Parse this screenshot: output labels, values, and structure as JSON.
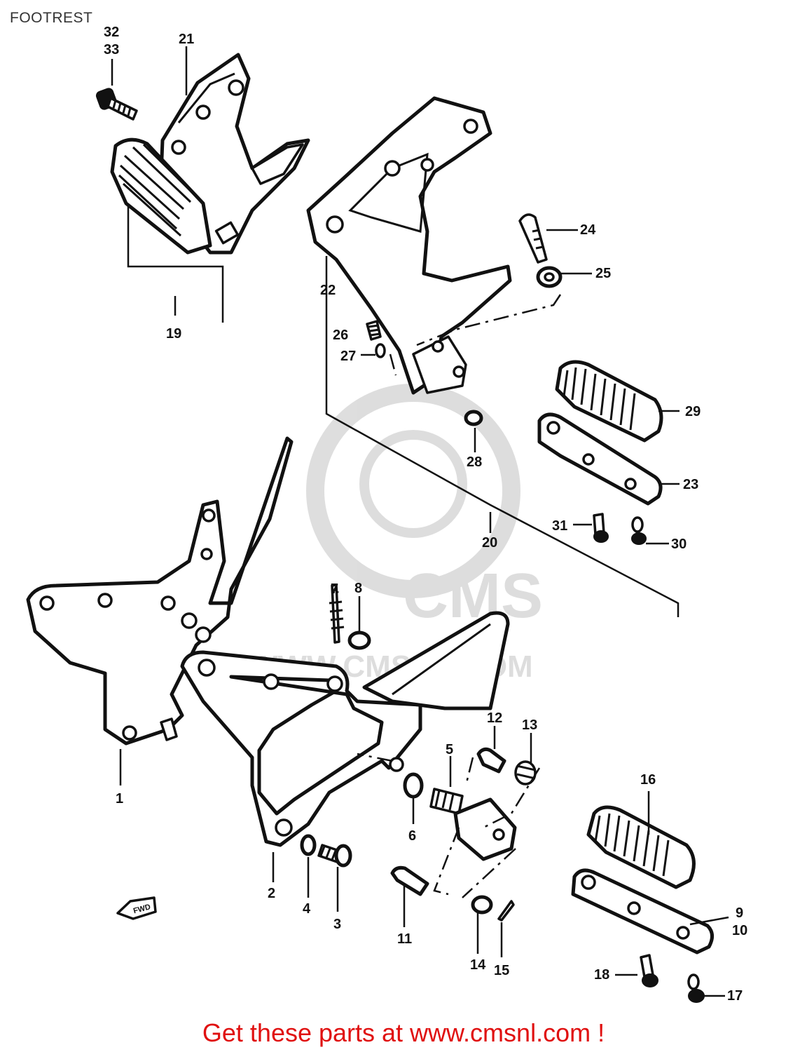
{
  "header": {
    "title": "FOOTREST"
  },
  "watermark": {
    "brand": "CMS",
    "site": "WWW.CMSNL.COM"
  },
  "direction_marker": {
    "label": "FWD"
  },
  "callouts": {
    "c1": "1",
    "c2": "2",
    "c3": "3",
    "c4": "4",
    "c5": "5",
    "c6": "6",
    "c7": "7",
    "c8": "8",
    "c9": "9",
    "c10": "10",
    "c11": "11",
    "c12": "12",
    "c13": "13",
    "c14": "14",
    "c15": "15",
    "c16": "16",
    "c17": "17",
    "c18": "18",
    "c19": "19",
    "c20": "20",
    "c21": "21",
    "c22": "22",
    "c23": "23",
    "c24": "24",
    "c25": "25",
    "c26": "26",
    "c27": "27",
    "c28": "28",
    "c29": "29",
    "c30": "30",
    "c31": "31",
    "c32": "32",
    "c33": "33"
  },
  "footer": {
    "banner": "Get these parts at www.cmsnl.com !",
    "color": "#e01010"
  }
}
